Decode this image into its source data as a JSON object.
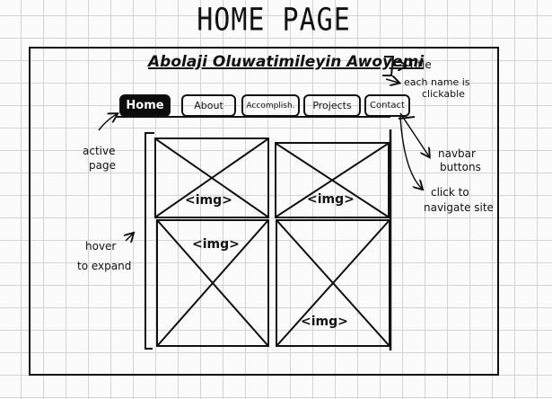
{
  "page_title": "HOME PAGE",
  "site_title": "Abolaji Oluwatimileyin Awoyemi",
  "nav": {
    "items": [
      "Home",
      "About",
      "Accomplish.",
      "Projects",
      "Contact"
    ],
    "active": "Home"
  },
  "grid": {
    "image_label": "<img>"
  },
  "annotations": {
    "title": "Title",
    "each_name_line1": "each name is",
    "each_name_line2": "clickable",
    "active_line1": "active",
    "active_line2": "page",
    "navbar_line1": "navbar",
    "navbar_line2": "buttons",
    "click_line1": "click to",
    "click_line2": "navigate site",
    "hover_line1": "hover",
    "hover_line2": "to expand"
  }
}
